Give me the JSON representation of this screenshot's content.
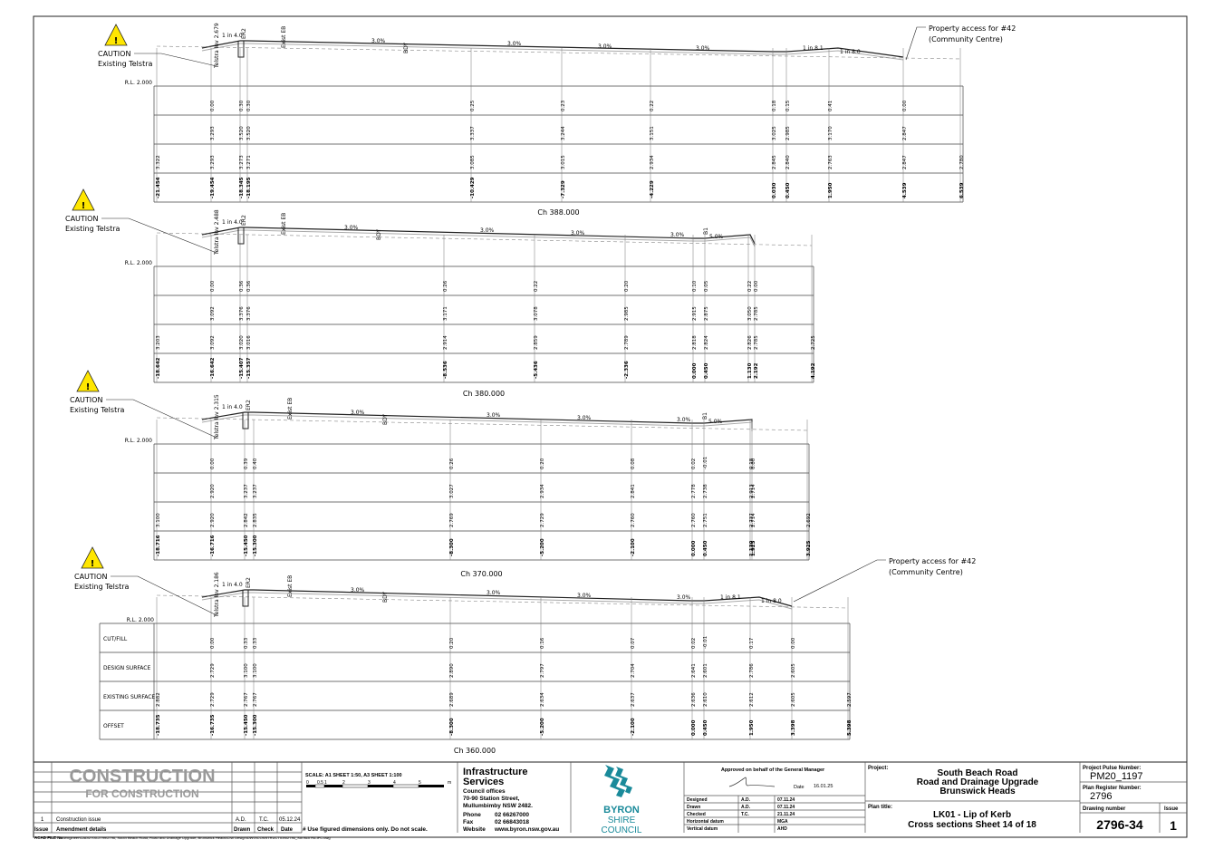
{
  "sections": [
    {
      "chainage": "Ch 388.000",
      "telstra_inv": "Telstra Inv 2.679",
      "rl": "R.L. 2.000"
    },
    {
      "chainage": "Ch 380.000",
      "telstra_inv": "Telstra Inv 2.488",
      "rl": "R.L. 2.000"
    },
    {
      "chainage": "Ch 370.000",
      "telstra_inv": "Telstra Inv 2.315",
      "rl": "R.L. 2.000"
    },
    {
      "chainage": "Ch 360.000",
      "telstra_inv": "Telstra Inv 2.186",
      "rl": "R.L. 2.000"
    }
  ],
  "caution": {
    "title": "CAUTION",
    "subtitle": "Existing Telstra"
  },
  "property_note": {
    "line1": "Property access for #42",
    "line2": "(Community Centre)"
  },
  "row_labels": [
    "CUT/FILL",
    "DESIGN SURFACE",
    "EXISTING SURFACE",
    "OFFSET"
  ],
  "labels": {
    "er2": "ER2",
    "exist_eb": "Exist EB",
    "bdy": "BDY",
    "b1": "B1",
    "grade": "3.0%",
    "grade5": "5.0%",
    "slope14": "1 in 4.0",
    "slope18": "1 in 8.0",
    "slope181": "1 in 8.1"
  },
  "tables": [
    {
      "offsets": [
        "-21.454",
        "-19.454",
        "-18.345",
        "-18.195",
        "-10.429",
        "-7.329",
        "-4.229",
        "0.030",
        "0.450",
        "1.950",
        "4.539",
        "6.539"
      ],
      "existing": [
        "3.322",
        "3.293",
        "3.273",
        "3.271",
        "3.085",
        "3.015",
        "2.934",
        "2.845",
        "2.840",
        "2.763",
        "2.847",
        "2.780"
      ],
      "design": [
        "",
        "3.293",
        "3.520",
        "3.520",
        "3.337",
        "3.244",
        "3.151",
        "3.025",
        "2.985",
        "3.170",
        "2.847",
        ""
      ],
      "cutfill": [
        "",
        "0.00",
        "0.30",
        "0.30",
        "0.25",
        "0.23",
        "0.22",
        "0.18",
        "0.15",
        "0.41",
        "0.00",
        ""
      ]
    },
    {
      "offsets": [
        "-18.642",
        "-16.642",
        "-15.407",
        "-15.357",
        "-8.536",
        "-5.436",
        "-2.336",
        "0.000",
        "0.450",
        "1.130",
        "2.192",
        "4.192"
      ],
      "existing": [
        "3.203",
        "3.092",
        "3.020",
        "3.016",
        "2.914",
        "2.859",
        "2.789",
        "2.818",
        "2.824",
        "2.826",
        "2.785",
        "2.725"
      ],
      "design": [
        "",
        "3.092",
        "3.376",
        "3.376",
        "3.171",
        "3.078",
        "2.985",
        "2.915",
        "2.875",
        "3.050",
        "2.785",
        ""
      ],
      "cutfill": [
        "",
        "0.00",
        "0.36",
        "0.36",
        "0.26",
        "0.22",
        "0.20",
        "0.10",
        "0.05",
        "0.22",
        "0.00",
        ""
      ]
    },
    {
      "offsets": [
        "-18.716",
        "-16.716",
        "-15.450",
        "-15.300",
        "-8.300",
        "-5.200",
        "-2.100",
        "0.000",
        "0.450",
        "1.130",
        "1.925",
        "3.925"
      ],
      "existing": [
        "3.100",
        "2.920",
        "2.842",
        "2.835",
        "2.769",
        "2.729",
        "2.760",
        "2.760",
        "2.751",
        "2.737",
        "2.714",
        "2.692"
      ],
      "design": [
        "",
        "2.920",
        "3.237",
        "3.237",
        "3.027",
        "2.934",
        "2.841",
        "2.778",
        "2.738",
        "2.913",
        "2.714",
        ""
      ],
      "cutfill": [
        "",
        "0.00",
        "0.39",
        "0.40",
        "0.26",
        "0.20",
        "0.08",
        "0.02",
        "-0.01",
        "0.18",
        "0.00",
        ""
      ]
    },
    {
      "offsets": [
        "-18.735",
        "-16.735",
        "-15.450",
        "-15.300",
        "-8.300",
        "-5.200",
        "-2.100",
        "0.000",
        "0.450",
        "1.950",
        "3.398",
        "5.398"
      ],
      "existing": [
        "2.882",
        "2.729",
        "2.767",
        "2.767",
        "2.689",
        "2.634",
        "2.637",
        "2.636",
        "2.610",
        "2.612",
        "2.605",
        "2.597"
      ],
      "design": [
        "",
        "2.729",
        "3.100",
        "3.100",
        "2.890",
        "2.797",
        "2.704",
        "2.641",
        "2.601",
        "2.786",
        "2.605",
        ""
      ],
      "cutfill": [
        "",
        "0.00",
        "0.33",
        "0.33",
        "0.20",
        "0.16",
        "0.07",
        "0.02",
        "-0.01",
        "0.17",
        "0.00",
        ""
      ]
    }
  ],
  "title_block": {
    "stamp_big": "CONSTRUCTION",
    "stamp_small": "FOR CONSTRUCTION",
    "issue_no": "1",
    "issue_desc": "Construction issue",
    "issue_drawn": "A.D.",
    "issue_check": "T.C.",
    "issue_date": "05.12.24",
    "h_issue": "Issue",
    "h_amend": "Amendment details",
    "h_drawn": "Drawn",
    "h_check": "Check",
    "h_date": "Date",
    "scale": "SCALE: A1 SHEET 1:50, A3 SHEET 1:100",
    "scale_nums": [
      "0",
      "0.5",
      "1",
      "2",
      "3",
      "4",
      "5",
      "m"
    ],
    "note": "# Use figured dimensions only. Do not scale.",
    "org": "Infrastructure",
    "org2": "Services",
    "office": "Council offices",
    "addr1": "70-90 Station Street,",
    "addr2": "Mullumbimby NSW 2482.",
    "phone_l": "Phone",
    "phone": "02 66267000",
    "fax_l": "Fax",
    "fax": "02 66843018",
    "web_l": "Website",
    "web": "www.byron.nsw.gov.au",
    "logo1": "BYRON",
    "logo2": "SHIRE",
    "logo3": "COUNCIL",
    "approved": "Approved on behalf of the General Manager",
    "date_l": "Date",
    "date": "16.01.25",
    "rows": [
      [
        "Designed",
        "A.D.",
        "07.11.24"
      ],
      [
        "Drawn",
        "A.D.",
        "07.11.24"
      ],
      [
        "Checked",
        "T.C.",
        "21.11.24"
      ],
      [
        "Horizontal datum",
        "",
        "MGA"
      ],
      [
        "Vertical datum",
        "",
        "AHD"
      ]
    ],
    "project_l": "Project:",
    "project1": "South Beach Road",
    "project2": "Road and Drainage Upgrade",
    "project3": "Brunswick Heads",
    "plan_l": "Plan title:",
    "plan1": "LK01 - Lip of Kerb",
    "plan2": "Cross sections Sheet 14 of 18",
    "pulse_l": "Project Pulse Number:",
    "pulse": "PM20_1197",
    "reg_l": "Plan Register Number:",
    "reg": "2796",
    "dwg_l": "Drawing number",
    "dwg": "2796-34",
    "iss_l": "Issue",
    "iss": "1",
    "acad": "ACAD FILE No:",
    "path": "G:\\Engineer\\CAD\\2700-2799\\2796, South Beach Road, Road and Drainage Upgrade, Brunswick Heads\\Civil Design\\DWG\\CONSTRUCTION\\2796_Sth Bch Rd-IFC.dwg"
  }
}
